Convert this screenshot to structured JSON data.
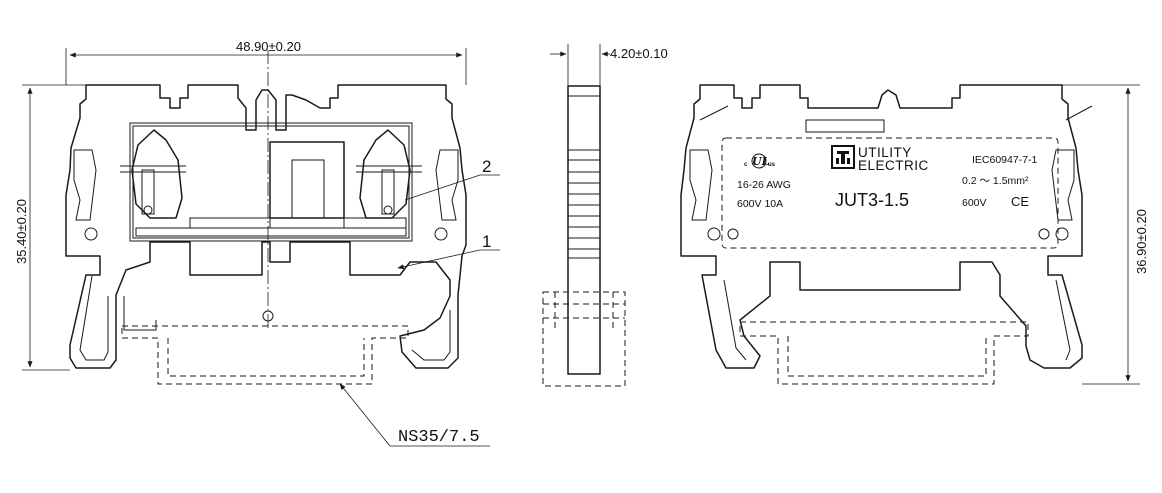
{
  "dimensions": {
    "front_width": "48.90±0.20",
    "front_height": "35.40±0.20",
    "side_thickness": "4.20±0.10",
    "back_height": "36.90±0.20"
  },
  "callouts": {
    "part_1": "1",
    "part_2": "2",
    "rail": "NS35/7.5"
  },
  "marking": {
    "cert_mark": "UL",
    "cert_prefix": "c",
    "cert_suffix": "us",
    "brand_line_1": "UTILITY",
    "brand_line_2": "ELECTRIC",
    "standard": "IEC60947-7-1",
    "awg_range": "16-26 AWG",
    "section_range": "0.2 ～ 1.5mm²",
    "rating_current": "600V  10A",
    "model": "JUT3-1.5",
    "rating_voltage": "600V",
    "ce_mark": "CE"
  }
}
